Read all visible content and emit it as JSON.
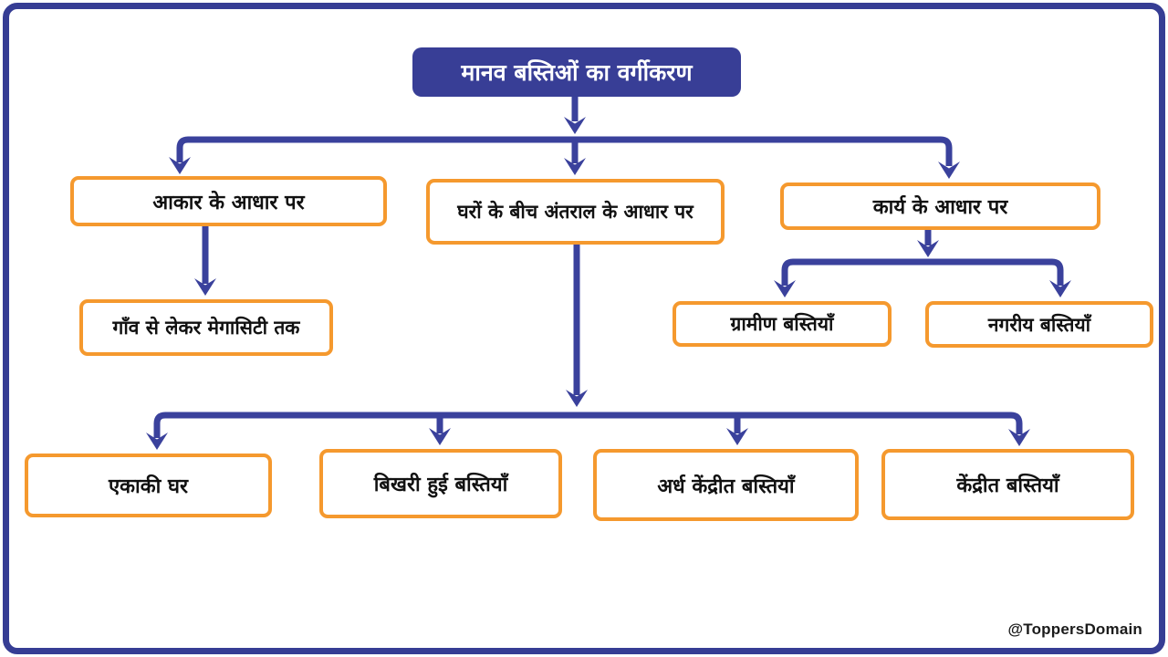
{
  "diagram": {
    "title": "मानव बस्तिओं का वर्गीकरण",
    "nodes": {
      "by_size": "आकार के आधार पर",
      "by_spacing": "घरों के बीच अंतराल के आधार पर",
      "by_function": "कार्य के आधार पर",
      "village_to_megacity": "गाँव से लेकर मेगासिटी तक",
      "rural": "ग्रामीण बस्तियाँ",
      "urban": "नगरीय बस्तियाँ",
      "isolated_house": "एकाकी घर",
      "scattered": "बिखरी हुई बस्तियाँ",
      "semi_clustered": "अर्ध केंद्रीत बस्तियाँ",
      "clustered": "केंद्रीत बस्तियाँ"
    },
    "watermark": "@ToppersDomain",
    "colors": {
      "arrow_blue": "#3A419C",
      "title_bg": "#383E96",
      "node_border_orange": "#F5992E",
      "frame_blue": "#363D94",
      "text_black": "#111111",
      "title_text": "#FFFFFF",
      "background": "#FFFFFF"
    }
  }
}
